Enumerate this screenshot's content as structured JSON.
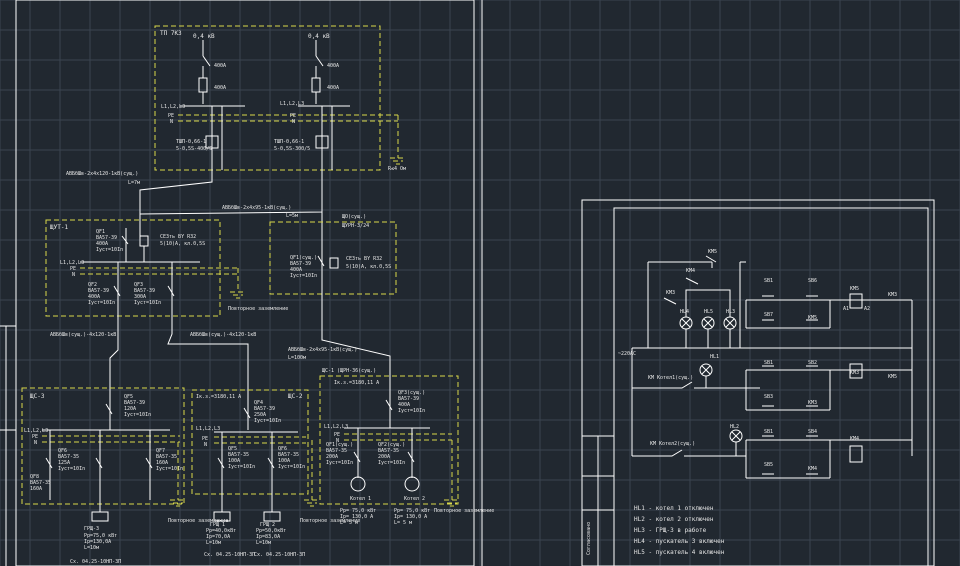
{
  "left_sheet": {
    "tp": {
      "title": "ТП 7КЗ",
      "kv_left": "0,4 кВ",
      "kv_right": "0,4 кВ",
      "a_left_1": "400А",
      "a_left_2": "400А",
      "a_right_1": "400А",
      "a_right_2": "400А",
      "bus_left": "L1,L2,L3",
      "bus_right": "L1,L2,L3",
      "pe_left": "PE",
      "n_left": "N",
      "pe_right": "PE",
      "n_right": "N",
      "ct_left_1": "ТШП-0,66-1",
      "ct_left_2": "5-0,5S-400/5",
      "ct_right_1": "ТШП-0,66-1",
      "ct_right_2": "5-0,5S-300/5",
      "ground": "R≤4 Ом"
    },
    "cable1": {
      "label": "АВБбШв-2х4х120-1кВ(сущ.)",
      "len": "L=7м"
    },
    "cable2": {
      "label": "АВБбШв-2х4х95-1кВ(сущ.)",
      "len": "L=5м"
    },
    "shchut": {
      "title": "ЩУТ-1",
      "qf1": "QF1",
      "qf1_spec": "ВА57-39",
      "qf1_a": "400А",
      "qf1_i": "Iуст=10In",
      "meter": "СЕ3ть ВY R32",
      "meter_2": "5(10)А, кл.0,5S",
      "bus": "L1,L2,L3",
      "pe": "PE",
      "n": "N",
      "qf2": "QF2",
      "qf2_spec": "ВА57-39",
      "qf2_a": "400А",
      "qf2_i": "Iуст=10In",
      "qf3": "QF3",
      "qf3_spec": "ВА57-39",
      "qf3_a": "300А",
      "qf3_i": "Iуст=10In",
      "ground": "Повторное заземление"
    },
    "shu": {
      "title": "ЩО(сущ.)",
      "sub": "ЩУРН-3/24",
      "qf": "QF1(сущ.)",
      "qf_spec": "ВА57-39",
      "qf_a": "400А",
      "qf_i": "Iуст=10In",
      "meter": "СЕ3ть ВY R32",
      "meter_2": "5(10)А, кл.0,5S"
    },
    "cable3": {
      "label": "АВБбШв(сущ.)-4х120-1кВ"
    },
    "cable4": {
      "label": "АВБбШв(сущ.)-4х120-1кВ"
    },
    "cable5": {
      "label": "АВБбШв-2х4х95-1кВ(сущ.)",
      "len": "L=100м"
    },
    "shs3": {
      "title": "ЩС-3",
      "qf5": "QF5",
      "qf5_spec": "ВА57-39",
      "qf5_a": "120А",
      "qf5_i": "Iуст=10In",
      "bus": "L1,L2,L3",
      "pe": "PE",
      "n": "N",
      "qf6": "QF6",
      "qf6_spec": "ВА57-35",
      "qf6_a": "125А",
      "qf6_i": "Iуст=10In",
      "qf7": "QF7",
      "qf7_spec": "ВА57-35",
      "qf7_a": "160А",
      "qf7_i": "Iуст=10In",
      "qf8": "QF8",
      "qf8_spec": "ВА57-35",
      "qf8_a": "160А",
      "load": "ГРЩ-3",
      "load_p": "Рр=75,0 кВт",
      "load_i": "Iр=130,0А",
      "load_l": "L=10м",
      "ref": "Сх. 04.25-10НП-3П"
    },
    "shs2": {
      "title": "ЩС-2",
      "kz": "Iк.з.=3180,11 А",
      "qf4": "QF4",
      "qf4_spec": "ВА57-39",
      "qf4_a": "250А",
      "qf4_i": "Iуст=10In",
      "bus": "L1,L2,L3",
      "pe": "PE",
      "n": "N",
      "qf5": "QF5",
      "qf5_spec": "ВА57-35",
      "qf5_a": "100А",
      "qf5_i": "Iуст=10In",
      "qf6": "QF6",
      "qf6_spec": "ВА57-35",
      "qf6_a": "100А",
      "qf6_i": "Iуст=10In",
      "grsh1": "ГРЩ 1",
      "grsh1_p": "Рр=40,0кВт",
      "grsh1_i": "Iр=70,0А",
      "grsh1_l": "L=10м",
      "grsh2": "ГРЩ 2",
      "grsh2_p": "Рр=50,0кВт",
      "grsh2_i": "Iр=83,0А",
      "grsh2_l": "L=10м",
      "ref1": "Сх. 04.25-10НП-3П",
      "ref2": "Сх. 04.25-10НП-3П",
      "ground": "Повторное заземление"
    },
    "shs1": {
      "title": "ЩС-1 (ЩРН-36(сущ.)",
      "kz": "Iк.з.=3180,11 А",
      "qf": "QF3(сущ.)",
      "qf_spec": "ВА57-39",
      "qf_a": "400А",
      "qf_i": "Iуст=10In",
      "bus": "L1,L2,L3",
      "pe": "PE",
      "n": "N",
      "qf1": "QF1(сущ.)",
      "qf1_spec": "ВА57-35",
      "qf1_a": "200А",
      "qf1_i": "Iуст=10In",
      "qf2": "QF2(сущ.)",
      "qf2_spec": "ВА57-35",
      "qf2_a": "200А",
      "qf2_i": "Iуст=10In",
      "m1": "Котел 1",
      "m1_p": "Рр= 75,0 кВт",
      "m1_i": "Iр= 130,0 А",
      "m1_l": "L= 5 м",
      "m2": "Котел 2",
      "m2_p": "Рр= 75,0 кВт",
      "m2_i": "Iр= 130,0 А",
      "m2_l": "L= 5 м",
      "ground1": "Повторное заземление",
      "ground2": "Повторное заземление"
    }
  },
  "right_sheet": {
    "stamp": "Согласовано",
    "supply": "~220АС",
    "km5": "KM5",
    "km4": "KM4",
    "km3": "KM3",
    "hl4": "HL4",
    "hl5": "HL5",
    "hl3": "HL3",
    "hl1": "HL1",
    "hl2": "HL2",
    "km_kotel1": "KM Котел1(сущ.)",
    "km_kotel2": "KM Котел2(сущ.)",
    "sb1a": "SB1",
    "sb6": "SB6",
    "sb7": "SB7",
    "km5b": "KM5",
    "km5c": "KM5",
    "km3b": "KM3",
    "sb1b": "SB1",
    "sb2": "SB2",
    "sb3": "SB3",
    "km3c": "KM3",
    "km5d": "KM5",
    "km3d": "KM3",
    "sb1c": "SB1",
    "sb4": "SB4",
    "sb5": "SB5",
    "km4b": "KM4",
    "km4c": "KM4",
    "a1": "A1",
    "a2": "A2",
    "legend": [
      "HL1 - котел 1 отключен",
      "HL2 - котел 2 отключен",
      "HL3 - ГРЩ-3 в работе",
      "HL4 - пускатель 3 включен",
      "HL5 - пускатель 4 включен"
    ]
  }
}
